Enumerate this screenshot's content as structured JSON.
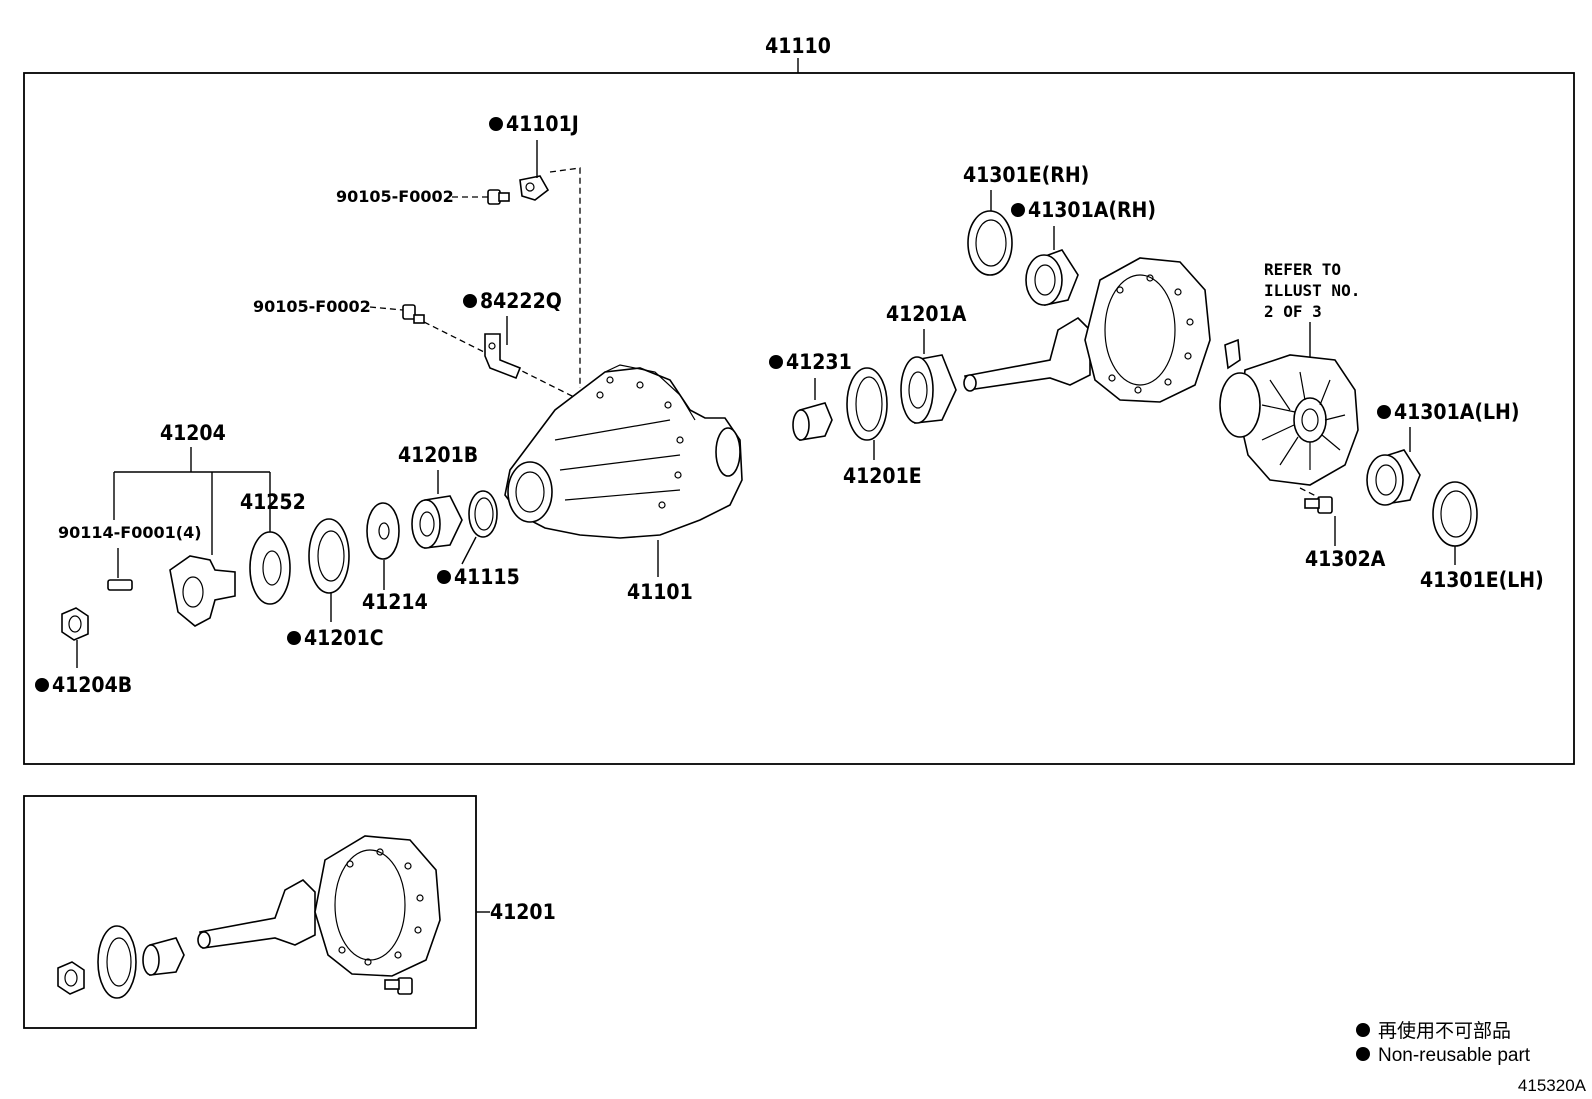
{
  "assembly_label": "41110",
  "labels": {
    "p41101J": "41101J",
    "p90105_top": "90105-F0002",
    "p90105_mid": "90105-F0002",
    "p84222Q": "84222Q",
    "p41204": "41204",
    "p90114": "90114-F0001(4)",
    "p41252": "41252",
    "p41201B": "41201B",
    "p41115": "41115",
    "p41214": "41214",
    "p41201C": "41201C",
    "p41204B": "41204B",
    "p41101": "41101",
    "p41231": "41231",
    "p41201A": "41201A",
    "p41201E": "41201E",
    "p41301E_RH": "41301E(RH)",
    "p41301A_RH": "41301A(RH)",
    "p41301A_LH": "41301A(LH)",
    "p41302A": "41302A",
    "p41301E_LH": "41301E(LH)",
    "p41201": "41201"
  },
  "refer_note": [
    "REFER TO",
    "ILLUST NO.",
    "2 OF 3"
  ],
  "legend": {
    "marker": "●",
    "line1": "再使用不可部品",
    "line2": "Non-reusable part"
  },
  "diagram_code": "415320A"
}
